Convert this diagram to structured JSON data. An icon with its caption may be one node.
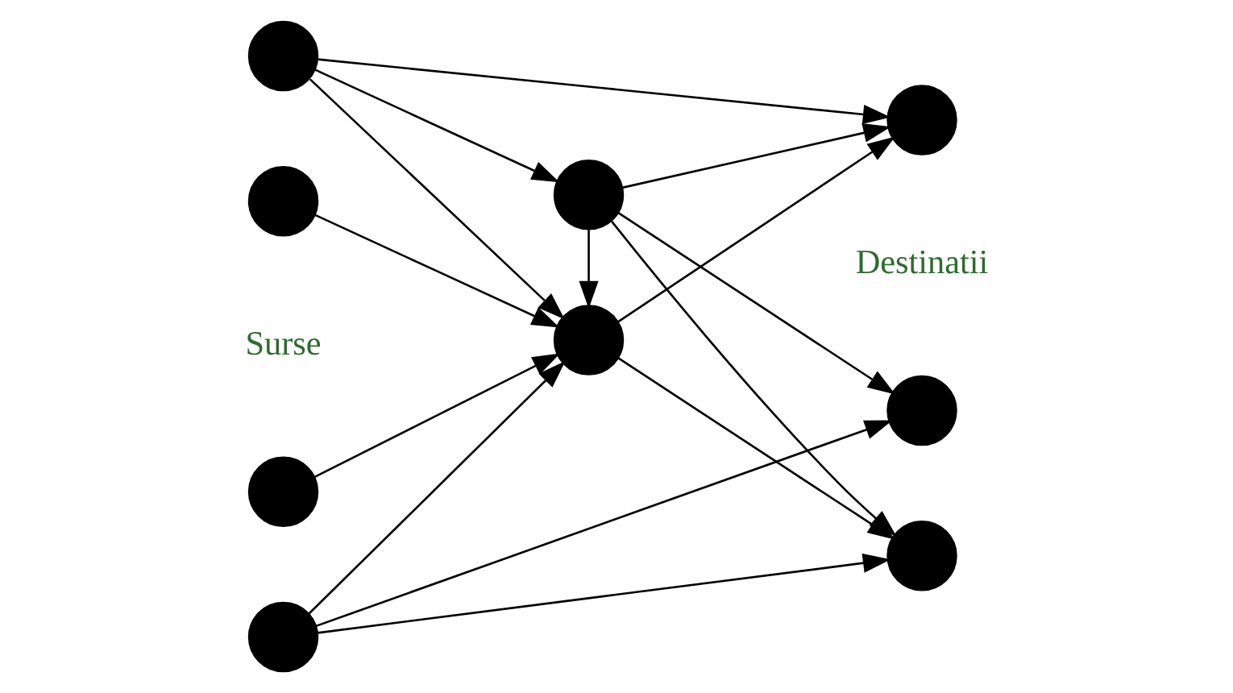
{
  "diagram": {
    "nodes": [
      {
        "text": [],
        "shape": "circle"
      },
      {
        "text": [],
        "shape": "circle"
      },
      {
        "text": [],
        "shape": "circle"
      },
      {
        "text": [],
        "shape": "circle"
      },
      {
        "text": [],
        "shape": "circle"
      },
      {
        "text": [],
        "shape": "circle"
      },
      {
        "text": [],
        "shape": "circle"
      },
      {
        "text": [],
        "shape": "circle"
      },
      {
        "text": [],
        "shape": "circle"
      }
    ],
    "edges": [
      {
        "from": 0,
        "to": 6,
        "arrow": "to"
      },
      {
        "from": 0,
        "to": 4,
        "arrow": "to"
      },
      {
        "from": 0,
        "to": 5,
        "arrow": "to"
      },
      {
        "from": 1,
        "to": 4,
        "arrow": "to"
      },
      {
        "from": 2,
        "to": 4,
        "arrow": "to"
      },
      {
        "from": 3,
        "to": 4,
        "arrow": "to"
      },
      {
        "from": 3,
        "to": 7,
        "arrow": "to"
      },
      {
        "from": 3,
        "to": 8,
        "arrow": "to"
      },
      {
        "from": 4,
        "to": 6,
        "arrow": "to"
      },
      {
        "from": 4,
        "to": 8,
        "arrow": "to"
      },
      {
        "from": 5,
        "to": 4,
        "arrow": "to"
      },
      {
        "from": 5,
        "to": 6,
        "arrow": "to"
      },
      {
        "from": 5,
        "to": 7,
        "arrow": "to"
      },
      {
        "from": 5,
        "to": 8,
        "arrow": "to"
      }
    ],
    "labels": [
      "Surse",
      "Destinatii"
    ]
  }
}
